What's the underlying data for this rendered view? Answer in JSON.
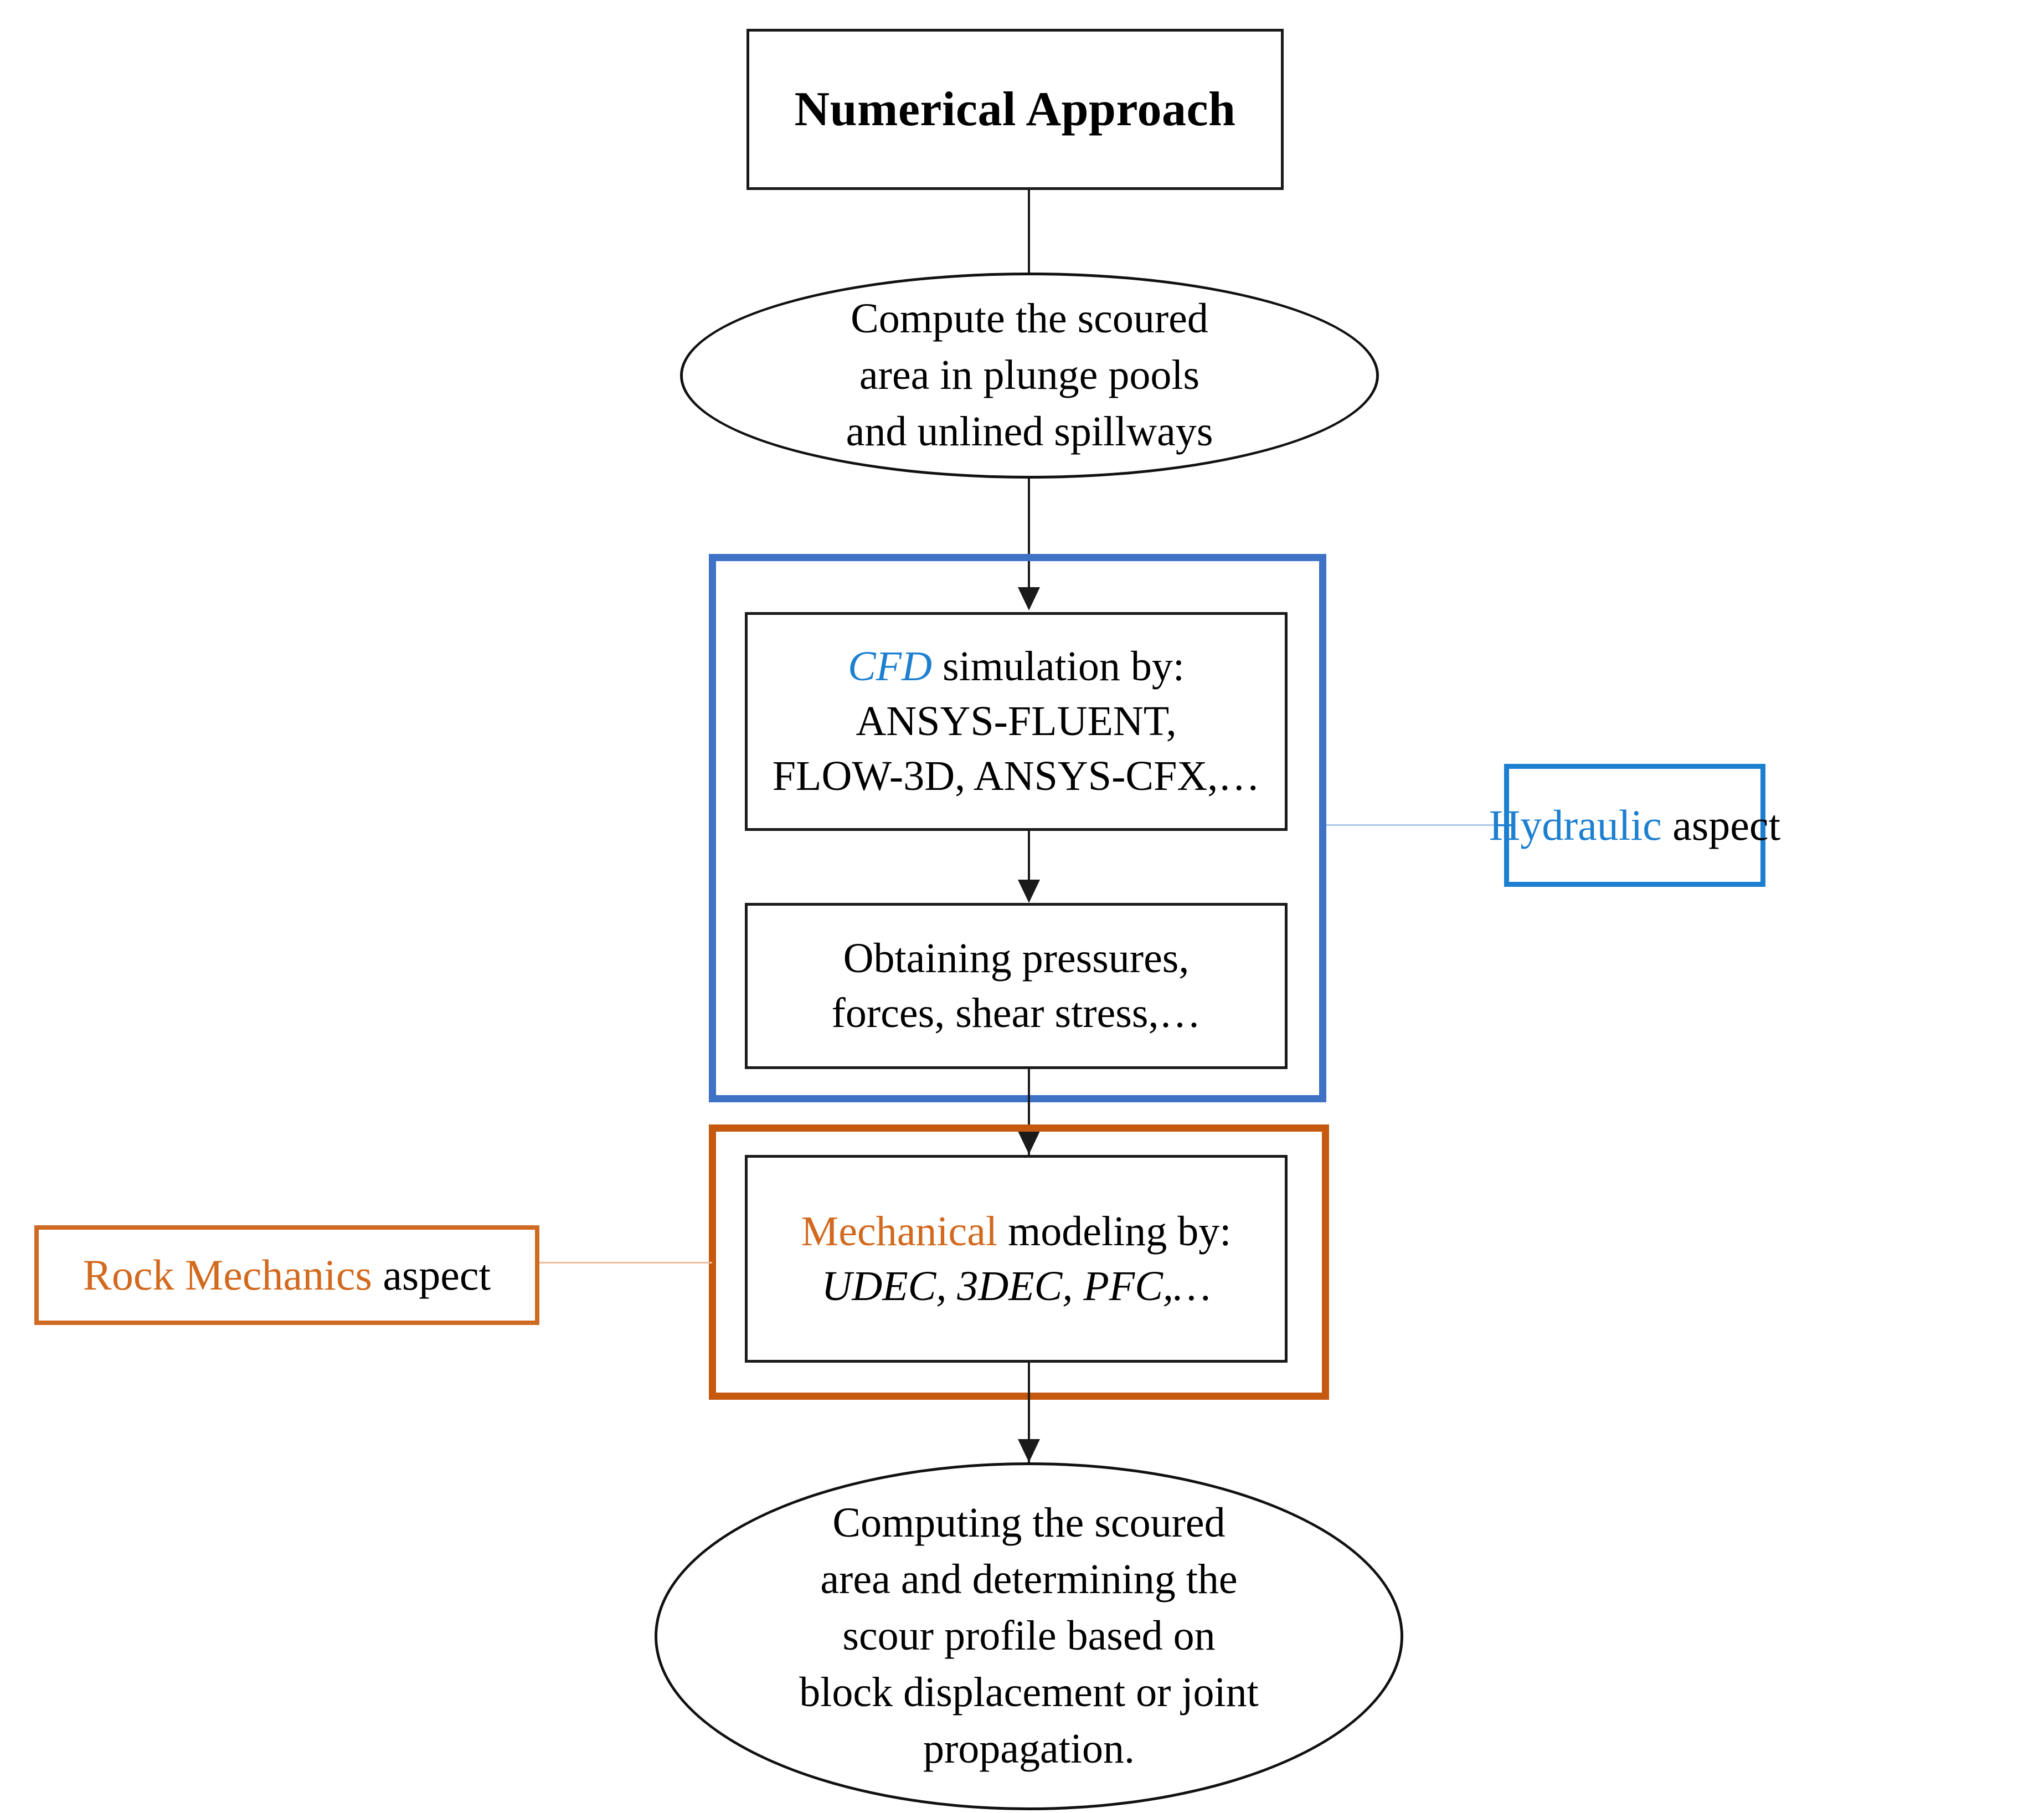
{
  "diagram": {
    "title": "Numerical Approach flowchart for scour computation",
    "colors": {
      "hydraulic_accent": "#1C7FD0",
      "hydraulic_frame": "#3D72C4",
      "rock_accent": "#D2691E",
      "rock_frame": "#C5590F",
      "node_outline": "#1a1a1a"
    }
  },
  "nodes": {
    "title_box": {
      "label": "Numerical Approach"
    },
    "start_ellipse": {
      "line1": "Compute the scoured",
      "line2": "area in plunge pools",
      "line3": "and unlined spillways"
    },
    "cfd_box": {
      "keyword": "CFD",
      "rest_line1": " simulation by:",
      "line2": "ANSYS-FLUENT,",
      "line3": "FLOW-3D, ANSYS-CFX,…"
    },
    "results_box": {
      "line1": "Obtaining pressures,",
      "line2": "forces, shear stress,…"
    },
    "mechanical_box": {
      "keyword": "Mechanical",
      "rest_line1": " modeling by:",
      "line2_italic": "UDEC, 3DEC, PFC,…"
    },
    "end_ellipse": {
      "line1": "Computing the scoured",
      "line2": "area and determining the",
      "line3": "scour profile based on",
      "line4": "block displacement or joint",
      "line5": "propagation."
    }
  },
  "callouts": {
    "hydraulic": {
      "keyword": "Hydraulic",
      "rest": " aspect"
    },
    "rock_mechanics": {
      "keyword": "Rock Mechanics",
      "rest": " aspect"
    }
  }
}
